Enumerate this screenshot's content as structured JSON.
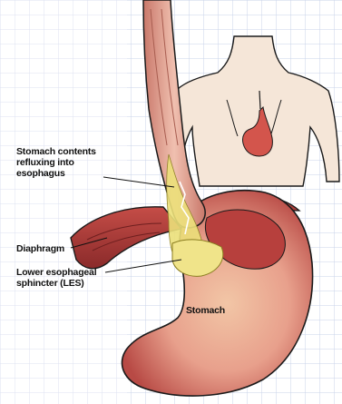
{
  "labels": {
    "reflux": "Stomach contents\nrefluxing into\nesophagus",
    "diaphragm": "Diaphragm",
    "les": "Lower esophageal\nsphincter (LES)",
    "stomach": "Stomach"
  },
  "colors": {
    "grid_line": "#c9d3ea",
    "stomach_red": "#a8322f",
    "stomach_pink": "#e7a49a",
    "esophagus": "#d98a78",
    "reflux_yellow": "#ece07a",
    "skin": "#f5e6d8",
    "outline": "#1a1a1a"
  }
}
